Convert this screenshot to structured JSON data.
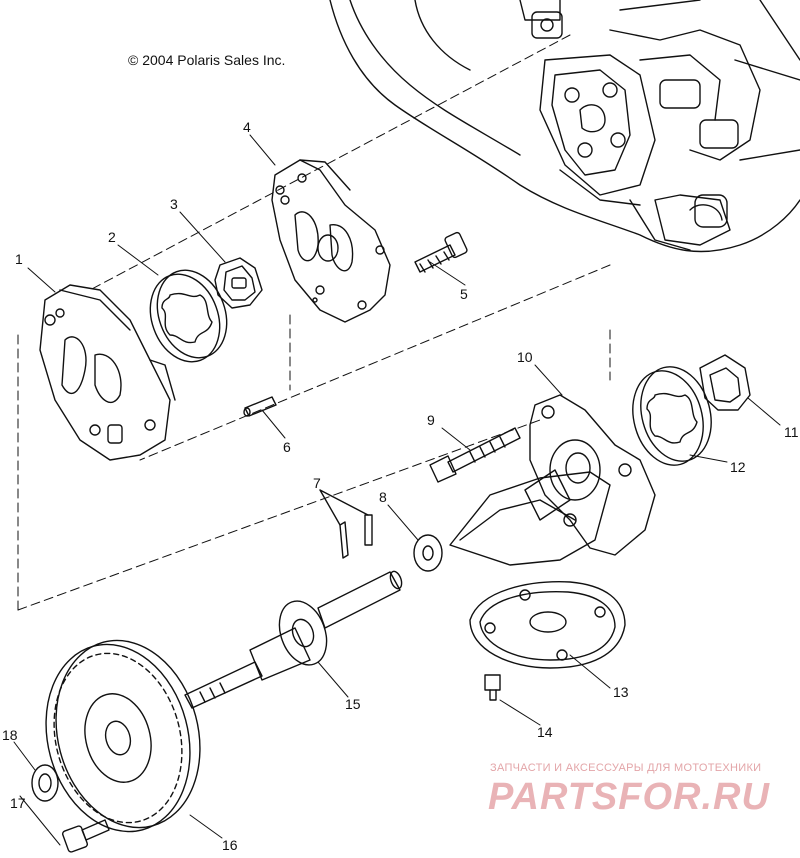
{
  "copyright": "© 2004 Polaris Sales Inc.",
  "callouts": [
    {
      "id": "1",
      "label": "1"
    },
    {
      "id": "2",
      "label": "2"
    },
    {
      "id": "3",
      "label": "3"
    },
    {
      "id": "4",
      "label": "4"
    },
    {
      "id": "5",
      "label": "5"
    },
    {
      "id": "6",
      "label": "6"
    },
    {
      "id": "7",
      "label": "7"
    },
    {
      "id": "8",
      "label": "8"
    },
    {
      "id": "9",
      "label": "9"
    },
    {
      "id": "10",
      "label": "10"
    },
    {
      "id": "11",
      "label": "11"
    },
    {
      "id": "12",
      "label": "12"
    },
    {
      "id": "13",
      "label": "13"
    },
    {
      "id": "14",
      "label": "14"
    },
    {
      "id": "15",
      "label": "15"
    },
    {
      "id": "16",
      "label": "16"
    },
    {
      "id": "17",
      "label": "17"
    },
    {
      "id": "18",
      "label": "18"
    }
  ],
  "watermark": {
    "tagline": "ЗАПЧАСТИ И АКСЕССУАРЫ ДЛЯ МОТОТЕХНИКИ",
    "logo": "PARTSFOR.RU",
    "color": "#e9b3b6"
  },
  "colors": {
    "line": "#111111",
    "background": "#ffffff"
  }
}
